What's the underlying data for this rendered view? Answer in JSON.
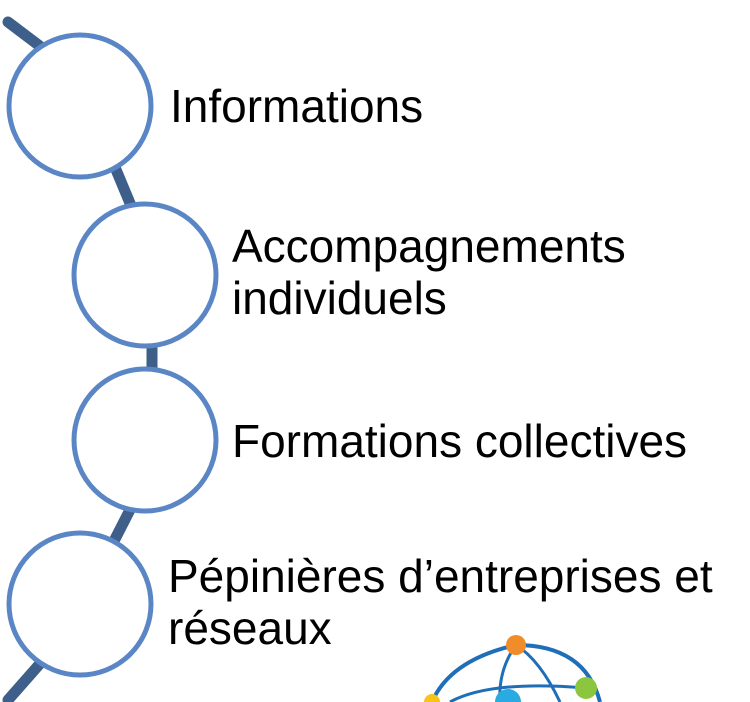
{
  "colors": {
    "connector": "#3e5f8a",
    "circle_stroke": "#5b86c5",
    "circle_fill": "#ffffff",
    "text": "#000000",
    "logo_orange": "#f08c2a",
    "logo_green": "#8cc63f",
    "logo_blue": "#1f6fb8",
    "logo_teal": "#29abe2"
  },
  "steps": [
    {
      "lines": [
        "Informations"
      ]
    },
    {
      "lines": [
        "Accompagnements",
        "individuels"
      ]
    },
    {
      "lines": [
        "Formations collectives"
      ]
    },
    {
      "lines": [
        "Pépinières d’entreprises et",
        "réseaux"
      ]
    }
  ],
  "logo": {
    "icon": "network-logo"
  }
}
